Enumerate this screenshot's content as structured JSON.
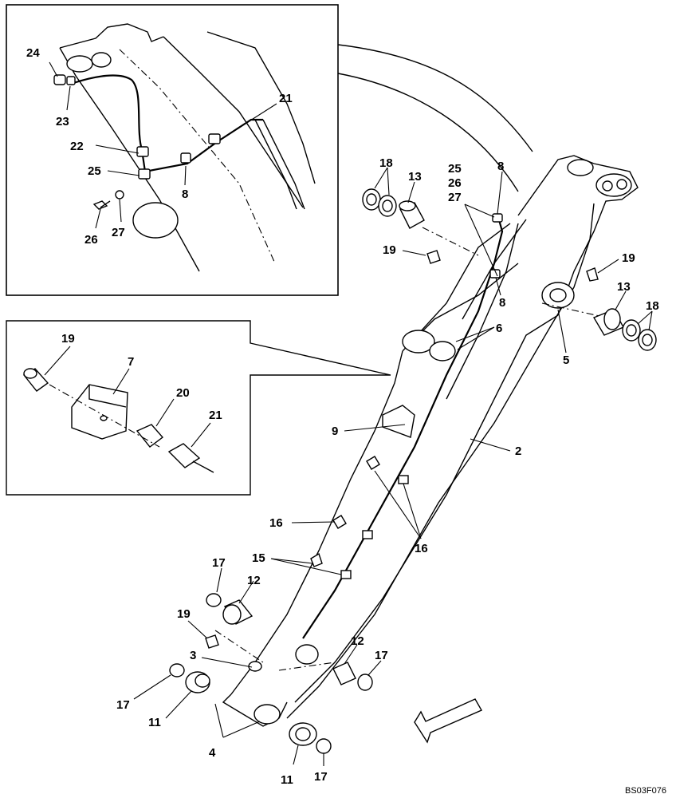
{
  "drawing_code": "BS03F076",
  "labels": {
    "inset_top": {
      "l24": "24",
      "l23": "23",
      "l22": "22",
      "l21": "21",
      "l25": "25",
      "l8": "8",
      "l26": "26",
      "l27": "27"
    },
    "inset_mid": {
      "l19": "19",
      "l7": "7",
      "l20": "20",
      "l21": "21"
    },
    "main": {
      "l18a": "18",
      "l13a": "13",
      "l25": "25",
      "l26": "26",
      "l27": "27",
      "l8a": "8",
      "l19a": "19",
      "l8b": "8",
      "l19b": "19",
      "l13b": "13",
      "l18b": "18",
      "l6": "6",
      "l5": "5",
      "l9": "9",
      "l2": "2",
      "l16a": "16",
      "l16b": "16",
      "l15": "15",
      "l17a": "17",
      "l12a": "12",
      "l19c": "19",
      "l3": "3",
      "l12b": "12",
      "l17b": "17",
      "l17c": "17",
      "l11a": "11",
      "l4": "4",
      "l11b": "11",
      "l17d": "17"
    }
  }
}
